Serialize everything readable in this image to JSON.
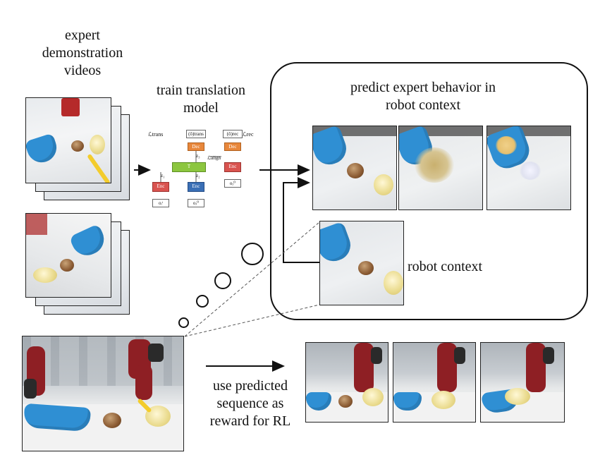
{
  "labels": {
    "expert_videos": "expert\ndemonstration\nvideos",
    "train_model": "train translation\nmodel",
    "predict": "predict expert behavior in\nrobot context",
    "robot_context": "robot context",
    "use_predicted": "use predicted\nsequence as\nreward for RL"
  },
  "network": {
    "loss_trans": "ℒtrans",
    "loss_align": "ℒalign",
    "loss_rec": "ℒrec",
    "enc": "Enc",
    "dec": "Dec",
    "translator": "T",
    "out_trans": "(ô)trans",
    "out_rec": "(ô)rec",
    "z1": "z₁",
    "z2": "z₂",
    "z3": "z₃",
    "o_in1": "oᵢᵗ",
    "o_in2": "oⱼ⁰",
    "o_in3": "oⱼ⁰"
  },
  "colors": {
    "encoder": "#d9534f",
    "decoder": "#e8873b",
    "translator": "#8cc63f",
    "encoder2": "#3a6fb5",
    "dustpan": "#2f8fd3"
  }
}
